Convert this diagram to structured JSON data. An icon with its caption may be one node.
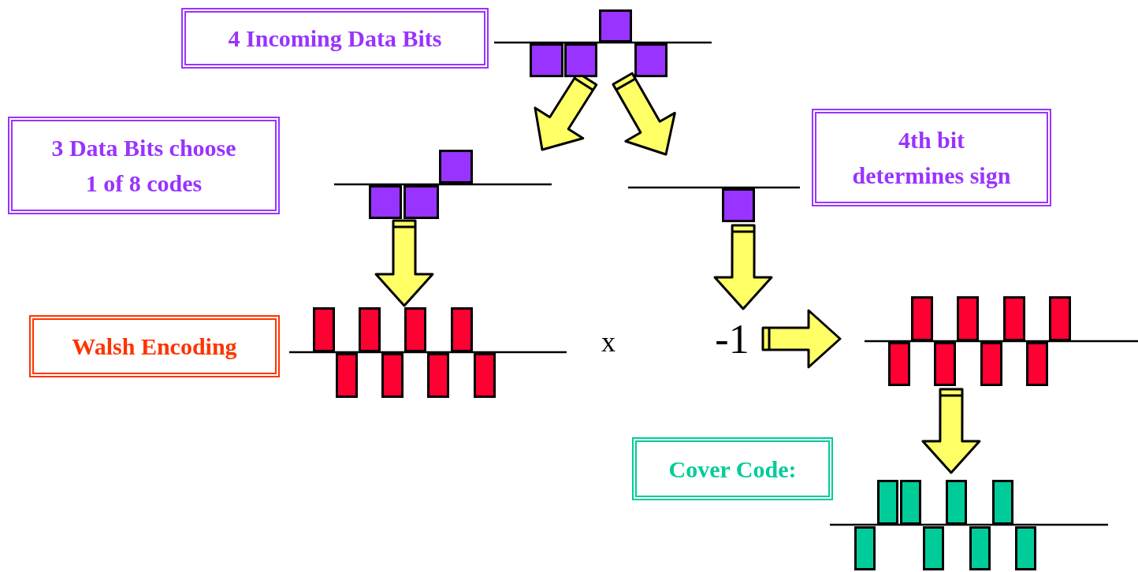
{
  "diagram": {
    "nodes": [
      {
        "text": [
          "4 Incoming Data Bits"
        ]
      },
      {
        "text": [],
        "shape": "waveform"
      },
      {
        "text": [
          "3 Data Bits choose 1 of 8 codes"
        ]
      },
      {
        "text": [],
        "shape": "waveform"
      },
      {
        "text": [
          "4th bit determines sign"
        ]
      },
      {
        "text": [],
        "shape": "waveform"
      },
      {
        "text": [
          "Walsh Encoding"
        ]
      },
      {
        "text": [],
        "shape": "waveform"
      },
      {
        "text": [
          "-1"
        ]
      },
      {
        "text": [],
        "shape": "waveform"
      },
      {
        "text": [
          "Cover Code:"
        ]
      },
      {
        "text": [],
        "shape": "waveform"
      }
    ],
    "edges": [
      {
        "from": 1,
        "to": 3,
        "arrow": "to"
      },
      {
        "from": 1,
        "to": 5,
        "arrow": "to"
      },
      {
        "from": 3,
        "to": 7,
        "arrow": "to"
      },
      {
        "from": 5,
        "to": 8,
        "arrow": "to"
      },
      {
        "from": 8,
        "to": 9,
        "arrow": "to"
      },
      {
        "from": 9,
        "to": 11,
        "arrow": "to"
      }
    ],
    "labels": [
      "x"
    ]
  }
}
